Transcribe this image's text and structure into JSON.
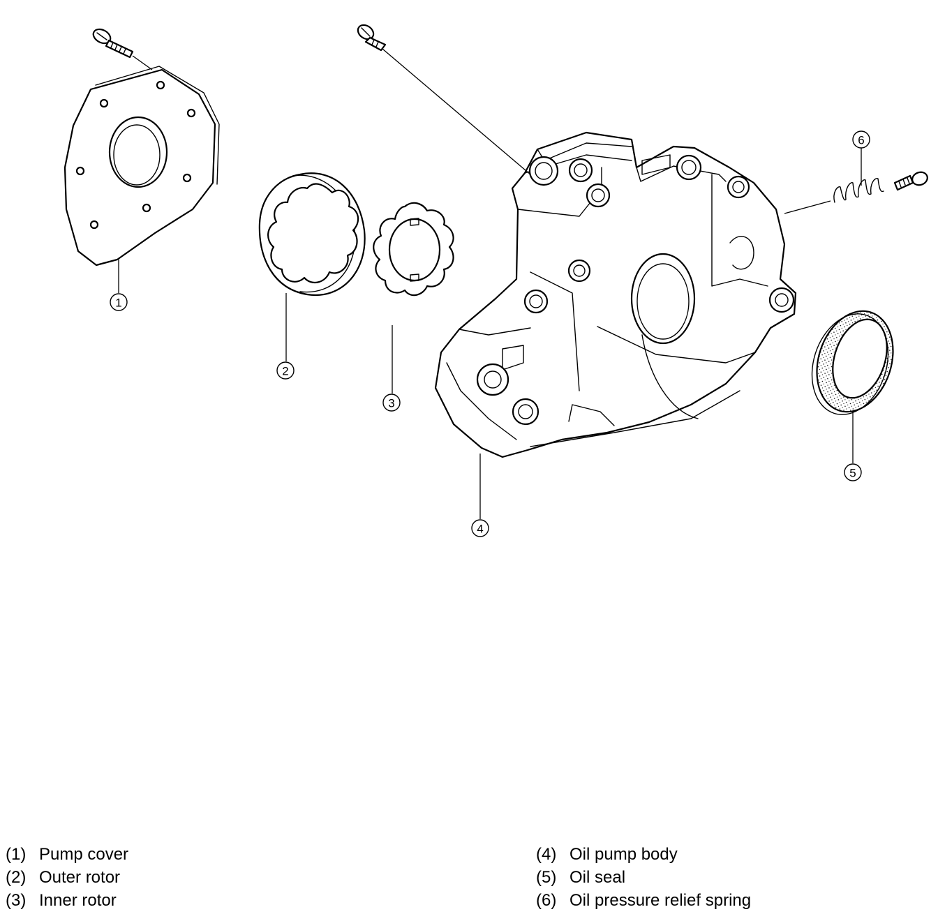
{
  "callouts": [
    {
      "id": "1",
      "label": "1"
    },
    {
      "id": "2",
      "label": "2"
    },
    {
      "id": "3",
      "label": "3"
    },
    {
      "id": "4",
      "label": "4"
    },
    {
      "id": "5",
      "label": "5"
    },
    {
      "id": "6",
      "label": "6"
    }
  ],
  "legend": {
    "left": [
      {
        "num": "(1)",
        "text": "Pump cover"
      },
      {
        "num": "(2)",
        "text": "Outer rotor"
      },
      {
        "num": "(3)",
        "text": "Inner rotor"
      }
    ],
    "right": [
      {
        "num": "(4)",
        "text": "Oil pump body"
      },
      {
        "num": "(5)",
        "text": "Oil seal"
      },
      {
        "num": "(6)",
        "text": "Oil pressure relief spring"
      }
    ]
  }
}
